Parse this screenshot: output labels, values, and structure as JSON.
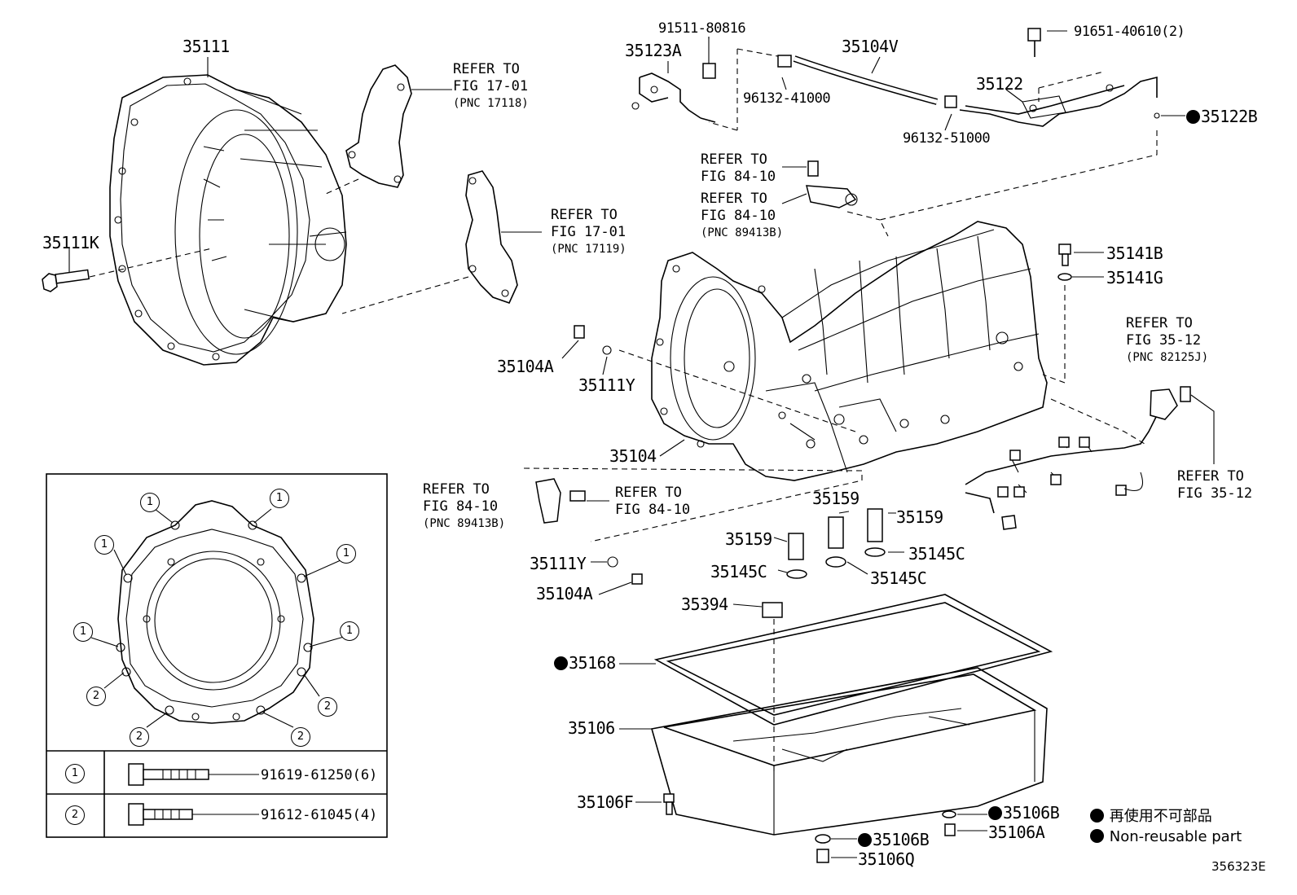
{
  "diagram": {
    "figure_code": "356323E",
    "legend": {
      "jp": "再使用不可部品",
      "en": "Non-reusable part"
    },
    "parts": {
      "p35111": "35111",
      "p35111K": "35111K",
      "p35123A": "35123A",
      "p91511": "91511-80816",
      "p35104V": "35104V",
      "p96132_41": "96132-41000",
      "p91651": "91651-40610(2)",
      "p35122": "35122",
      "p96132_51": "96132-51000",
      "p35122B": "35122B",
      "p35141B": "35141B",
      "p35141G": "35141G",
      "p35104A_1": "35104A",
      "p35111Y_1": "35111Y",
      "p35104": "35104",
      "p35159_1": "35159",
      "p35159_2": "35159",
      "p35159_3": "35159",
      "p35145C_1": "35145C",
      "p35145C_2": "35145C",
      "p35145C_3": "35145C",
      "p35111Y_2": "35111Y",
      "p35104A_2": "35104A",
      "p35394": "35394",
      "p35168": "35168",
      "p35106": "35106",
      "p35106F": "35106F",
      "p35106B_1": "35106B",
      "p35106A": "35106A",
      "p35106B_2": "35106B",
      "p35106Q": "35106Q"
    },
    "refs": {
      "r1": {
        "l1": "REFER TO",
        "l2": "FIG 17-01",
        "l3": "(PNC 17118)"
      },
      "r2": {
        "l1": "REFER TO",
        "l2": "FIG 17-01",
        "l3": "(PNC 17119)"
      },
      "r3": {
        "l1": "REFER TO",
        "l2": "FIG 84-10"
      },
      "r4": {
        "l1": "REFER TO",
        "l2": "FIG 84-10",
        "l3": "(PNC 89413B)"
      },
      "r5": {
        "l1": "REFER TO",
        "l2": "FIG 35-12",
        "l3": "(PNC 82125J)"
      },
      "r6": {
        "l1": "REFER TO",
        "l2": "FIG 35-12"
      },
      "r7": {
        "l1": "REFER TO",
        "l2": "FIG 84-10",
        "l3": "(PNC 89413B)"
      },
      "r8": {
        "l1": "REFER TO",
        "l2": "FIG 84-10"
      }
    },
    "inset": {
      "markers": [
        "1",
        "1",
        "1",
        "1",
        "1",
        "1",
        "2",
        "2",
        "2",
        "2"
      ],
      "table": [
        {
          "marker": "1",
          "part": "91619-61250(6)"
        },
        {
          "marker": "2",
          "part": "91612-61045(4)"
        }
      ]
    }
  }
}
